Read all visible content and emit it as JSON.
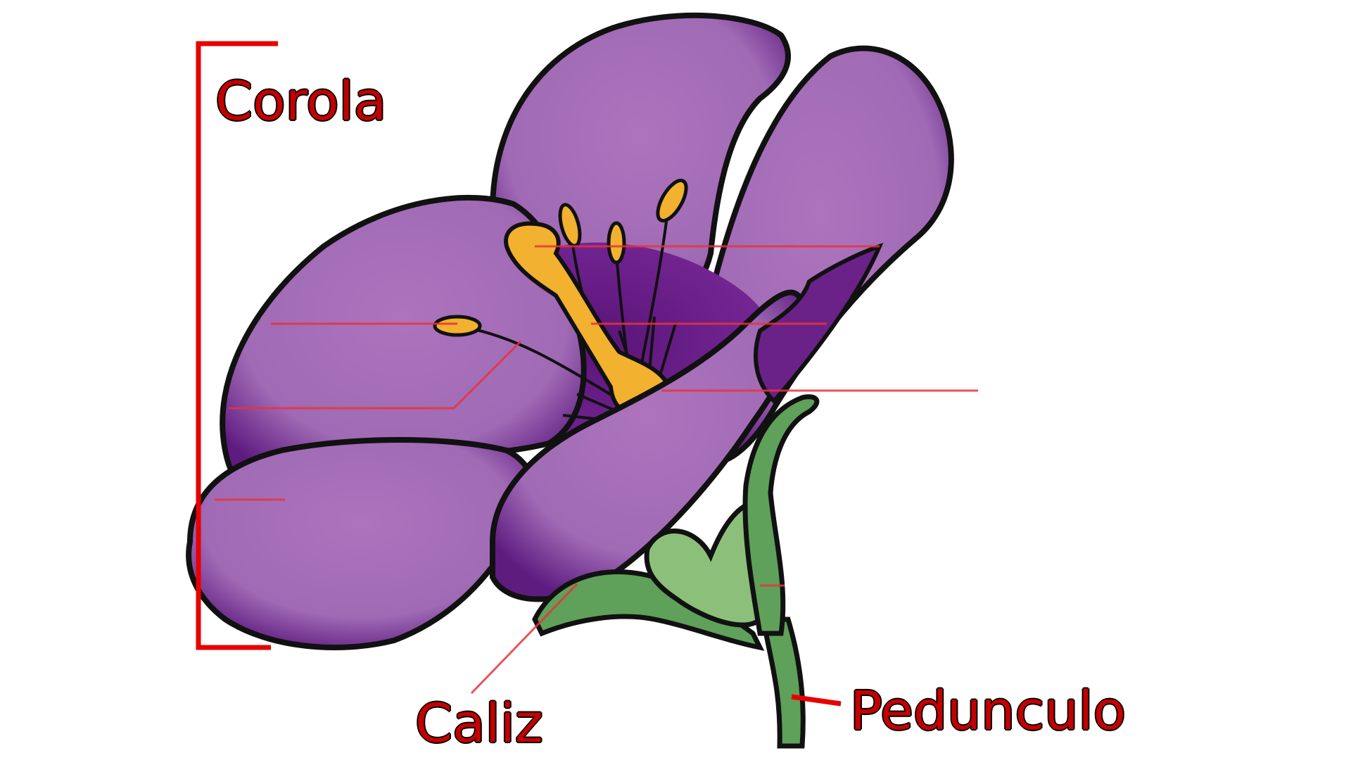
{
  "labels": {
    "corola": "Corola",
    "caliz": "Caliz",
    "pedunculo": "Pedunculo"
  },
  "colors": {
    "petal": "#a86fb8",
    "petal_dark": "#6a2288",
    "outline": "#111111",
    "stamen": "#f2b12e",
    "sepal": "#5fa05a",
    "sepal_light": "#8cc07a",
    "leader_line": "#e8323c",
    "label_text": "#c40000"
  },
  "icons": {
    "flower": "flower-illustration"
  }
}
